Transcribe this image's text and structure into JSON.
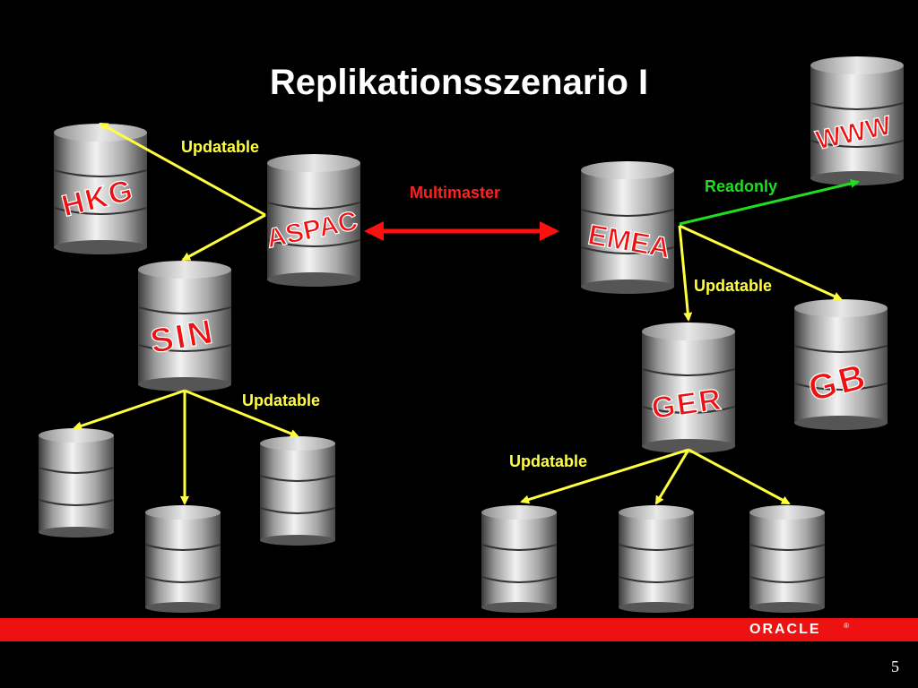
{
  "slide": {
    "title": "Replikationsszenario I",
    "page_number": "5",
    "logo_text": "ORACLE",
    "logo_mark": "®"
  },
  "nodes": {
    "hkg": "HKG",
    "aspac": "ASPAC",
    "sin": "SIN",
    "emea": "EMEA",
    "www": "WWW",
    "ger": "GER",
    "gb": "GB"
  },
  "labels": {
    "updatable_aspac": "Updatable",
    "multimaster": "Multimaster",
    "readonly": "Readonly",
    "updatable_emea": "Updatable",
    "updatable_sin": "Updatable",
    "updatable_ger": "Updatable"
  },
  "colors": {
    "background": "#000000",
    "updatable_arrow": "#ffff40",
    "multimaster_arrow": "#ff1010",
    "readonly_arrow": "#20dd20",
    "node_label": "#ee1111",
    "footer_bar": "#ee1111"
  }
}
